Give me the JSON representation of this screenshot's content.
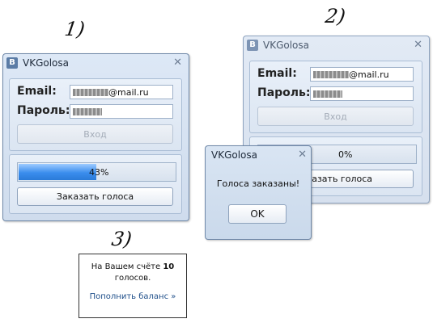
{
  "steps": [
    "1)",
    "2)",
    "3)"
  ],
  "window1": {
    "title": "VKGolosa",
    "email_label": "Email:",
    "email_value": "@mail.ru",
    "password_label": "Пароль:",
    "login_button": "Вход",
    "progress": 0.43,
    "progress_text": "43%",
    "order_button": "Заказать голоса"
  },
  "window2": {
    "title": "VKGolosa",
    "email_label": "Email:",
    "email_value": "@mail.ru",
    "password_label": "Пароль:",
    "login_button": "Вход",
    "progress": 0,
    "progress_text": "0%",
    "order_button_visible": "заказать голоса"
  },
  "dialog": {
    "title": "VKGolosa",
    "message": "Голоса заказаны!",
    "ok_button": "OK"
  },
  "balance": {
    "text_before": "На Вашем счёте",
    "amount": "10",
    "text_after": "голосов.",
    "link": "Пополнить баланс »"
  },
  "colors": {
    "window_bg": "#d6e2f0",
    "progress_fill": "#3b8ded",
    "vk_logo": "#5b7ca6"
  }
}
